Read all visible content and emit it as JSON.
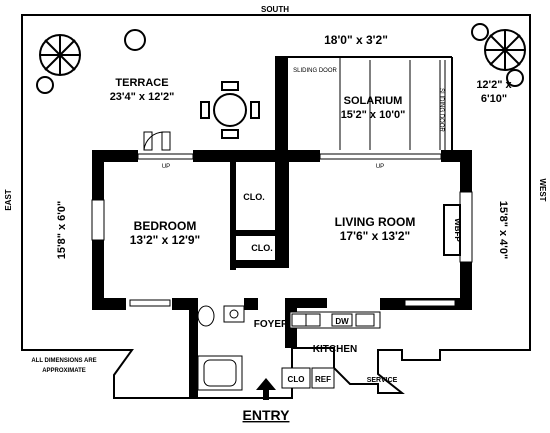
{
  "compass": {
    "south": "SOUTH",
    "east": "EAST",
    "west": "WEST"
  },
  "terrace": {
    "name": "TERRACE",
    "dims": "23'4\" x 12'2\""
  },
  "solarium": {
    "name": "SOLARIUM",
    "dims": "15'2\" x 10'0\""
  },
  "top_dims": "18'0\" x 3'2\"",
  "right_top_dims": {
    "line1": "12'2\" x",
    "line2": "6'10\""
  },
  "left_side_dims": "15'8\" x 6'0\"",
  "right_side_dims": "15'8\" x 4'0\"",
  "sliding_door_top": "SLIDING DOOR",
  "sliding_door_side": "SLIDING DOOR",
  "bedroom": {
    "name": "BEDROOM",
    "dims": "13'2\" x 12'9\""
  },
  "living_room": {
    "name": "LIVING ROOM",
    "dims": "17'6\" x 13'2\""
  },
  "closet_label": "CLO.",
  "closet_label_2": "CLO.",
  "closet_label_3": "CLO",
  "wbfp": "WBFP",
  "foyer": "FOYER",
  "kitchen": "KITCHEN",
  "dw": "DW",
  "ref": "REF",
  "service": "SERVICE",
  "up_left": "UP",
  "up_right": "UP",
  "entry": "ENTRY",
  "note": {
    "line1": "ALL DIMENSIONS ARE",
    "line2": "APPROXIMATE"
  }
}
